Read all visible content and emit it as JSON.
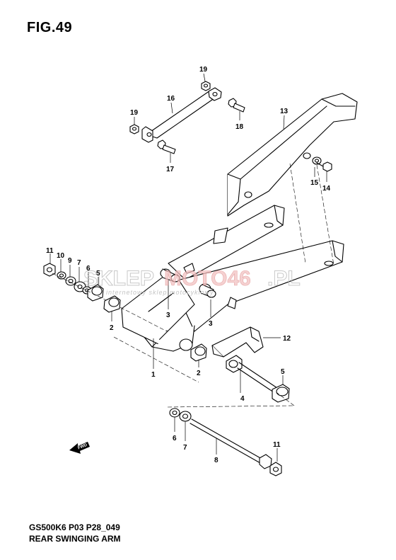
{
  "figure": {
    "title": "FIG.49"
  },
  "footer": {
    "model_code": "GS500K6 P03 P28_049",
    "group_name": "REAR SWINGING ARM"
  },
  "watermark": {
    "left": "SKLEP",
    "accent": "MOTO46",
    "right": ".PL",
    "sub": "internetowy sklep motocyklowy"
  },
  "fwd_arrow": {
    "label": "FWD"
  },
  "callouts": {
    "c19a": "19",
    "c16": "16",
    "c19b": "19",
    "c18": "18",
    "c17": "17",
    "c13": "13",
    "c15": "15",
    "c14": "14",
    "c11a": "11",
    "c10": "10",
    "c9": "9",
    "c7a": "7",
    "c6a": "6",
    "c5a": "5",
    "c3a": "3",
    "c3b": "3",
    "c2a": "2",
    "c2b": "2",
    "c1": "1",
    "c12": "12",
    "c5b": "5",
    "c4": "4",
    "c6b": "6",
    "c7b": "7",
    "c8": "8",
    "c11b": "11"
  },
  "colors": {
    "line": "#000000",
    "accent": "#e08a8a"
  }
}
